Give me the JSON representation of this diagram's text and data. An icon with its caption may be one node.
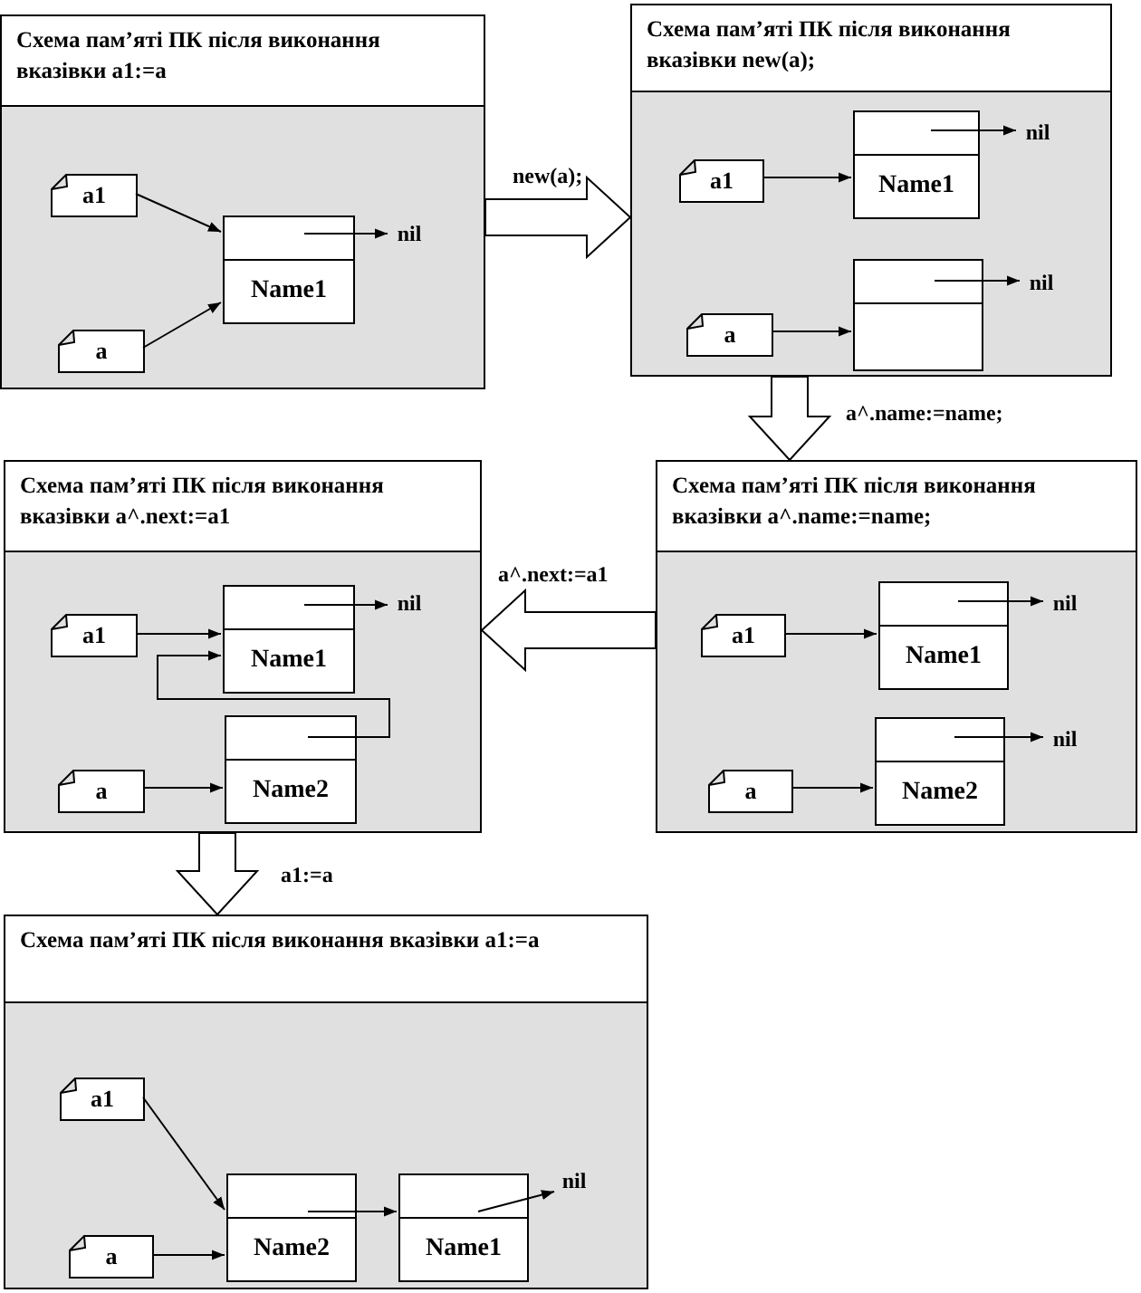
{
  "diagram": {
    "nodes": [
      {
        "text": [
          "Схема пам’яті ПК після виконання вказівки a1:=a"
        ]
      },
      {
        "text": [
          "a1"
        ],
        "in": 0
      },
      {
        "text": [
          "Name1"
        ],
        "in": 0
      },
      {
        "text": [
          "nil"
        ],
        "in": 0
      },
      {
        "text": [
          "a"
        ],
        "in": 0
      },
      {
        "text": [
          "Схема пам’яті ПК після виконання вказівки new(a);"
        ]
      },
      {
        "text": [
          "Name1"
        ],
        "in": 5
      },
      {
        "text": [
          "nil"
        ],
        "in": 5
      },
      {
        "text": [
          "a1"
        ],
        "in": 5
      },
      {
        "text": [],
        "shape": "box",
        "in": 5
      },
      {
        "text": [
          "nil"
        ],
        "in": 5
      },
      {
        "text": [
          "a"
        ],
        "in": 5
      },
      {
        "text": [
          "Схема пам’яті ПК після виконання вказівки a^.next:=a1"
        ]
      },
      {
        "text": [
          "Name1"
        ],
        "in": 12
      },
      {
        "text": [
          "nil"
        ],
        "in": 12
      },
      {
        "text": [
          "a1"
        ],
        "in": 12
      },
      {
        "text": [
          "Name2"
        ],
        "in": 12
      },
      {
        "text": [
          "a"
        ],
        "in": 12
      },
      {
        "text": [
          "Схема пам’яті ПК після виконання вказівки a^.name:=name;"
        ]
      },
      {
        "text": [
          "Name1"
        ],
        "in": 18
      },
      {
        "text": [
          "nil"
        ],
        "in": 18
      },
      {
        "text": [
          "a1"
        ],
        "in": 18
      },
      {
        "text": [
          "Name2"
        ],
        "in": 18
      },
      {
        "text": [
          "nil"
        ],
        "in": 18
      },
      {
        "text": [
          "a"
        ],
        "in": 18
      },
      {
        "text": [
          "Схема пам’яті ПК після виконання вказівки a1:=a"
        ]
      },
      {
        "text": [
          "a1"
        ],
        "in": 25
      },
      {
        "text": [
          "Name2"
        ],
        "in": 25
      },
      {
        "text": [
          "Name1"
        ],
        "in": 25
      },
      {
        "text": [
          "nil"
        ],
        "in": 25
      },
      {
        "text": [
          "a"
        ],
        "in": 25
      }
    ],
    "edges": [
      {
        "from": 1,
        "to": 2,
        "arrow": "to"
      },
      {
        "from": 4,
        "to": 2,
        "arrow": "to"
      },
      {
        "from": 2,
        "to": 3,
        "arrow": "to"
      },
      {
        "from": 8,
        "to": 6,
        "arrow": "to"
      },
      {
        "from": 6,
        "to": 7,
        "arrow": "to"
      },
      {
        "from": 11,
        "to": 9,
        "arrow": "to"
      },
      {
        "from": 9,
        "to": 10,
        "arrow": "to"
      },
      {
        "from": 15,
        "to": 13,
        "arrow": "to"
      },
      {
        "from": 13,
        "to": 14,
        "arrow": "to"
      },
      {
        "from": 17,
        "to": 16,
        "arrow": "to"
      },
      {
        "from": 16,
        "to": 13,
        "arrow": "to"
      },
      {
        "from": 21,
        "to": 19,
        "arrow": "to"
      },
      {
        "from": 19,
        "to": 20,
        "arrow": "to"
      },
      {
        "from": 24,
        "to": 22,
        "arrow": "to"
      },
      {
        "from": 22,
        "to": 23,
        "arrow": "to"
      },
      {
        "from": 26,
        "to": 27,
        "arrow": "to"
      },
      {
        "from": 30,
        "to": 27,
        "arrow": "to"
      },
      {
        "from": 27,
        "to": 28,
        "arrow": "to"
      },
      {
        "from": 28,
        "to": 29,
        "arrow": "to"
      },
      {
        "from": 0,
        "to": 5,
        "arrow": "to",
        "label": "new(a);",
        "style": "thick"
      },
      {
        "from": 5,
        "to": 18,
        "arrow": "to",
        "label": "a^.name:=name;",
        "style": "thick"
      },
      {
        "from": 18,
        "to": 12,
        "arrow": "to",
        "label": "a^.next:=a1",
        "style": "thick"
      },
      {
        "from": 12,
        "to": 25,
        "arrow": "to",
        "label": "a1:=a",
        "style": "thick"
      }
    ]
  }
}
